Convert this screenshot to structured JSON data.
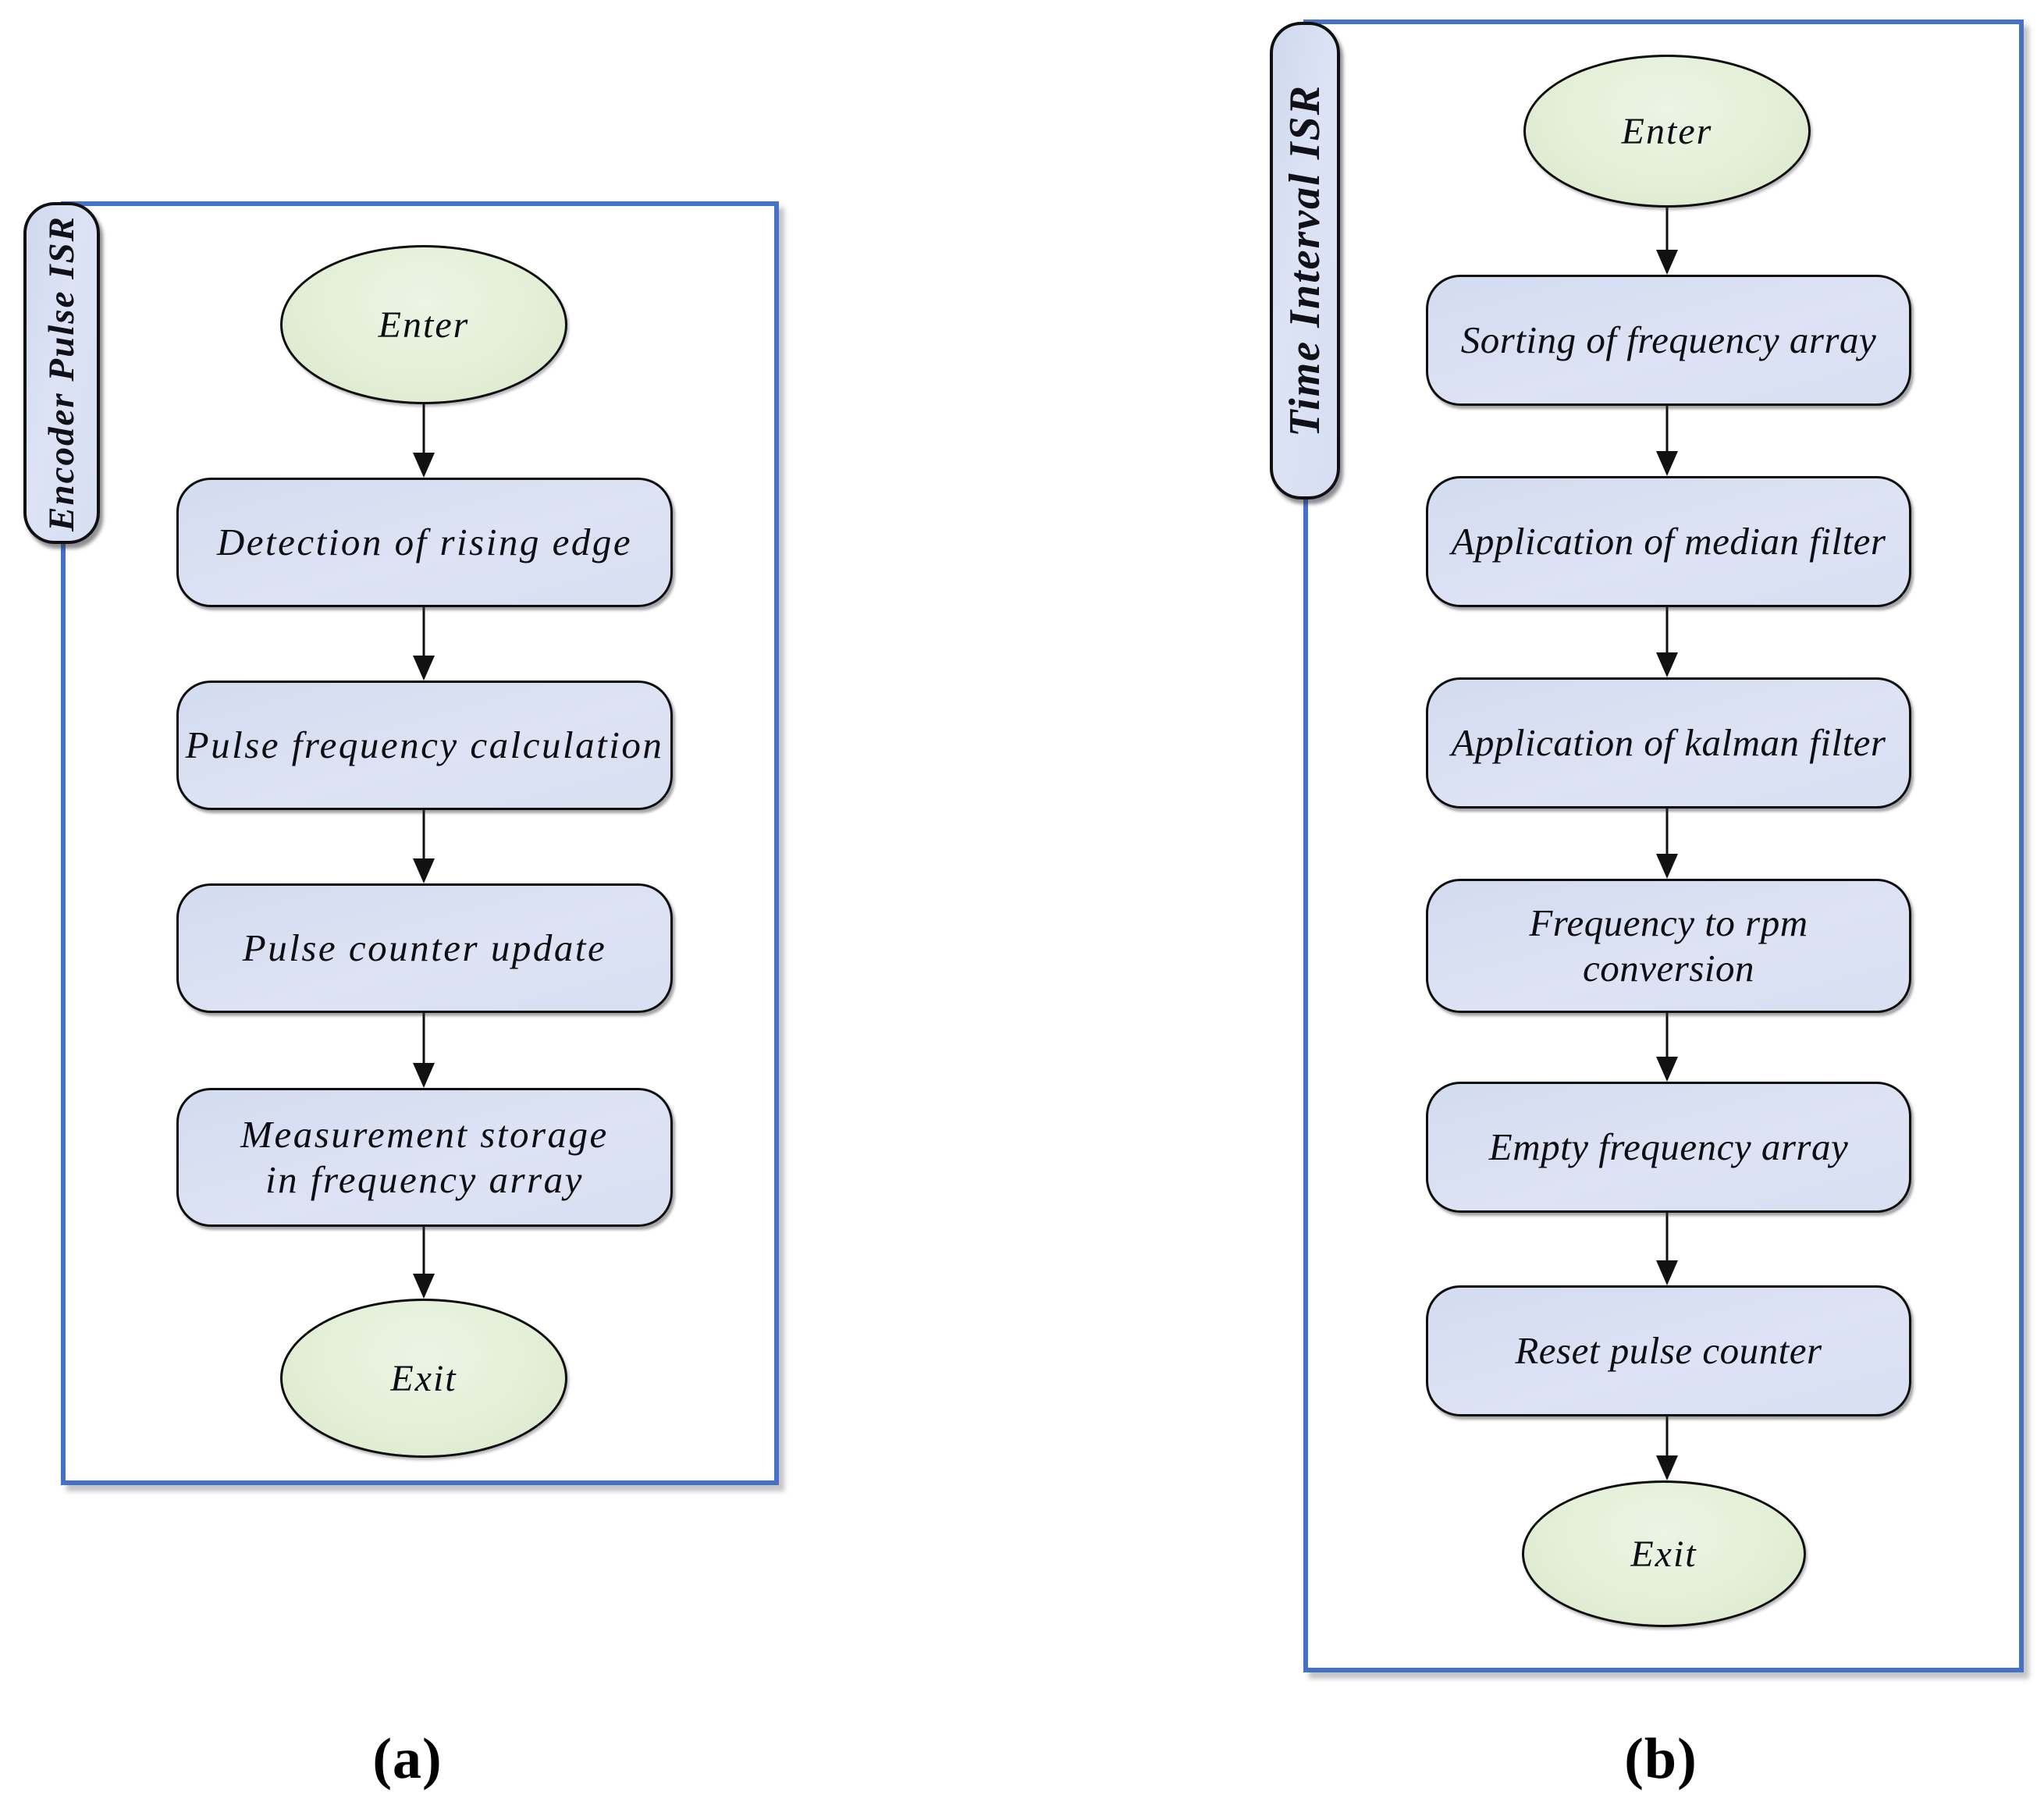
{
  "figure": {
    "colors": {
      "container_border": "#4472c4",
      "process_fill": "#dce2f3",
      "terminator_fill": "#e3efd9",
      "shape_outline": "#000000"
    },
    "panels": [
      {
        "caption": "(a)",
        "side_label": "Encoder Pulse ISR",
        "nodes": [
          {
            "type": "terminator",
            "text": "Enter"
          },
          {
            "type": "process",
            "text": "Detection of rising edge"
          },
          {
            "type": "process",
            "text": "Pulse frequency calculation"
          },
          {
            "type": "process",
            "text": "Pulse counter update"
          },
          {
            "type": "process",
            "text": "Measurement storage\nin frequency array"
          },
          {
            "type": "terminator",
            "text": "Exit"
          }
        ]
      },
      {
        "caption": "(b)",
        "side_label": "Time Interval ISR",
        "nodes": [
          {
            "type": "terminator",
            "text": "Enter"
          },
          {
            "type": "process",
            "text": "Sorting of frequency array"
          },
          {
            "type": "process",
            "text": "Application of median filter"
          },
          {
            "type": "process",
            "text": "Application of kalman filter"
          },
          {
            "type": "process",
            "text": "Frequency to rpm\nconversion"
          },
          {
            "type": "process",
            "text": "Empty frequency array"
          },
          {
            "type": "process",
            "text": "Reset pulse counter"
          },
          {
            "type": "terminator",
            "text": "Exit"
          }
        ]
      }
    ]
  }
}
